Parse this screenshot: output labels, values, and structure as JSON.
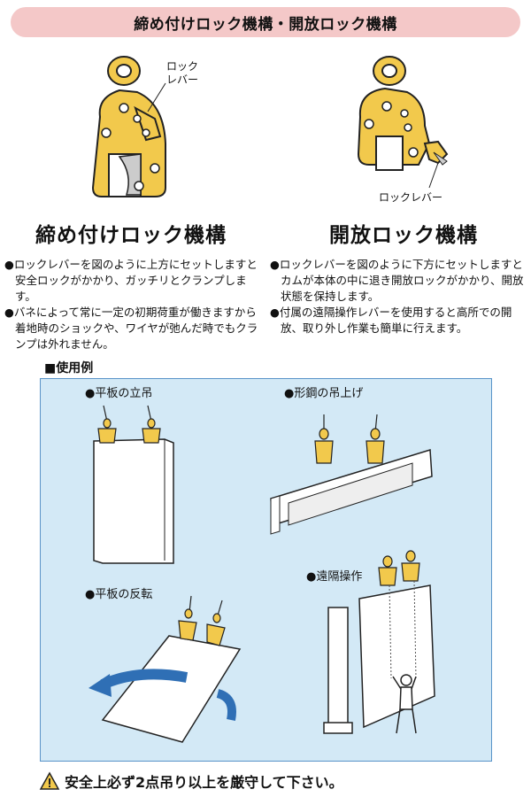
{
  "banner": {
    "title": "締め付けロック機構・開放ロック機構"
  },
  "left": {
    "callout": "ロック\nレバー",
    "heading": "締め付けロック機構",
    "bullets": [
      "●ロックレバーを図のように上方にセットしますと安全ロックがかかり、ガッチリとクランプします。",
      "●バネによって常に一定の初期荷重が働きますから着地時のショックや、ワイヤが弛んだ時でもクランプは外れません。"
    ]
  },
  "right": {
    "callout": "ロックレバー",
    "heading": "開放ロック機構",
    "bullets": [
      "●ロックレバーを図のように下方にセットしますとカムが本体の中に退き開放ロックがかかり、開放状態を保持します。",
      "●付属の遠隔操作レバーを使用すると高所での開放、取り外し作業も簡単に行えます。"
    ]
  },
  "usage": {
    "title": "■使用例",
    "captions": [
      "●平板の立吊",
      "●形鋼の吊上げ",
      "●平板の反転",
      "●遠隔操作"
    ]
  },
  "warning": {
    "text": "安全上必ず2点吊り以上を厳守して下さい。"
  },
  "colors": {
    "banner": "#f4c8c8",
    "panel": "#d3e9f6",
    "clamp": "#f2c94c",
    "arrow": "#2f6fb5"
  }
}
